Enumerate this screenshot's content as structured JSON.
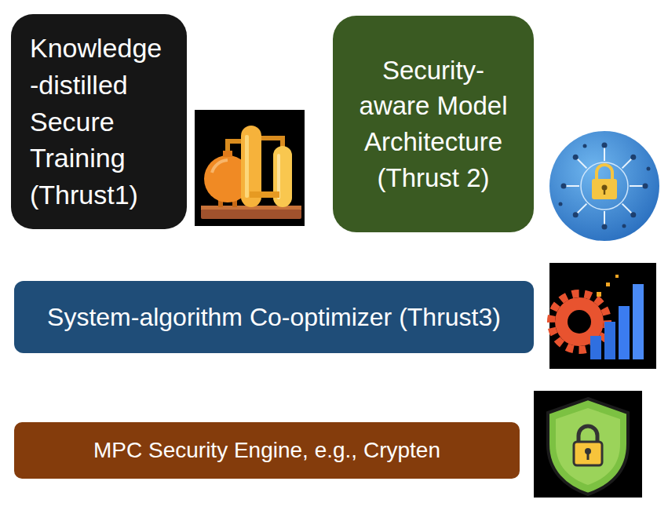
{
  "diagram": {
    "nodes": [
      {
        "text": [
          "Knowledge -distilled Secure Training (Thrust1)"
        ]
      },
      {
        "text": [
          "Security- aware Model Architecture (Thrust 2)"
        ]
      },
      {
        "text": [
          "System-algorithm Co-optimizer (Thrust3)"
        ]
      },
      {
        "text": [
          "MPC Security Engine, e.g., Crypten"
        ]
      }
    ]
  }
}
